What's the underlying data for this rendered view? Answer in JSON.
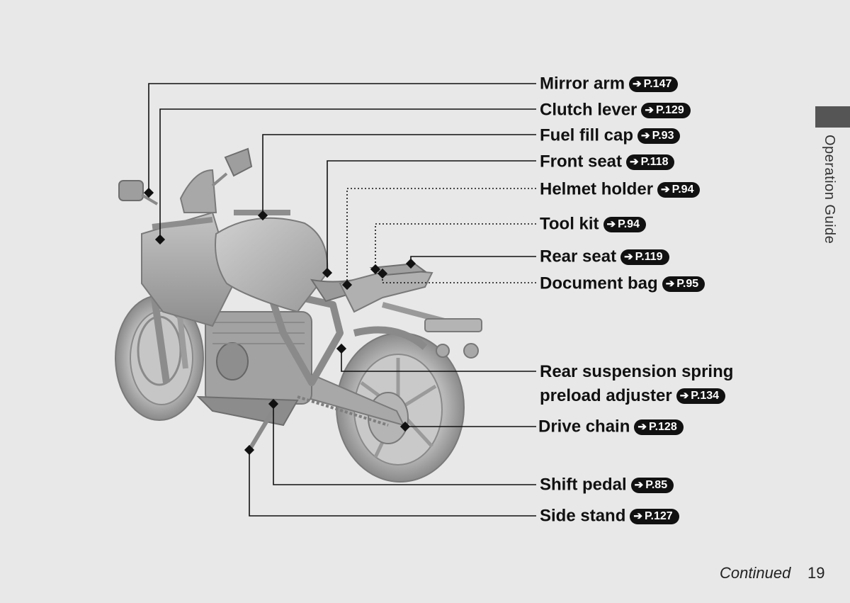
{
  "side_tab": {
    "text": "Operation Guide"
  },
  "footer": {
    "continued": "Continued",
    "page_number": "19"
  },
  "arrow_icon": "arrow-right-icon",
  "callouts": [
    {
      "id": "mirror-arm",
      "label": "Mirror arm",
      "ref": "P.147",
      "line": "solid"
    },
    {
      "id": "clutch-lever",
      "label": "Clutch lever",
      "ref": "P.129",
      "line": "solid"
    },
    {
      "id": "fuel-fill-cap",
      "label": "Fuel fill cap",
      "ref": "P.93",
      "line": "solid"
    },
    {
      "id": "front-seat",
      "label": "Front seat",
      "ref": "P.118",
      "line": "solid"
    },
    {
      "id": "helmet-holder",
      "label": "Helmet holder",
      "ref": "P.94",
      "line": "dotted"
    },
    {
      "id": "tool-kit",
      "label": "Tool kit",
      "ref": "P.94",
      "line": "dotted"
    },
    {
      "id": "rear-seat",
      "label": "Rear seat",
      "ref": "P.119",
      "line": "solid"
    },
    {
      "id": "document-bag",
      "label": "Document bag",
      "ref": "P.95",
      "line": "dotted"
    },
    {
      "id": "rear-suspension",
      "label_line1": "Rear suspension spring",
      "label_line2": "preload adjuster",
      "ref": "P.134",
      "line": "solid"
    },
    {
      "id": "drive-chain",
      "label": "Drive chain",
      "ref": "P.128",
      "line": "solid"
    },
    {
      "id": "shift-pedal",
      "label": "Shift pedal",
      "ref": "P.85",
      "line": "solid"
    },
    {
      "id": "side-stand",
      "label": "Side stand",
      "ref": "P.127",
      "line": "solid"
    }
  ]
}
